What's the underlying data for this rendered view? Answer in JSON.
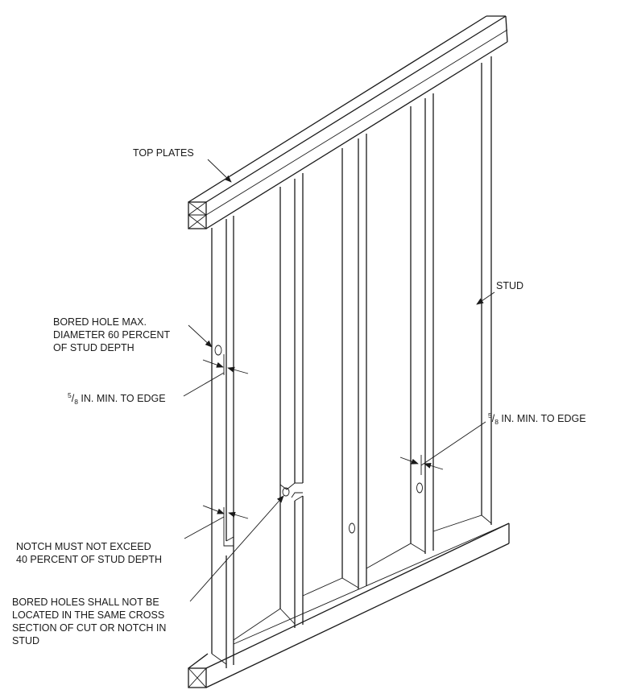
{
  "labels": {
    "top_plates": "TOP PLATES",
    "stud": "STUD",
    "bored_hole_max": [
      "BORED HOLE MAX.",
      "DIAMETER 60 PERCENT",
      "OF STUD DEPTH"
    ],
    "edge_left": {
      "num": "5",
      "den": "8",
      "text": " IN. MIN. TO EDGE"
    },
    "edge_right": {
      "num": "5",
      "den": "8",
      "text": " IN. MIN. TO EDGE"
    },
    "notch": [
      "NOTCH MUST NOT EXCEED",
      "40 PERCENT OF STUD DEPTH"
    ],
    "bored_holes_cross": [
      "BORED HOLES SHALL NOT BE",
      "LOCATED IN THE SAME CROSS",
      "SECTION OF CUT OR NOTCH IN",
      "STUD"
    ]
  }
}
